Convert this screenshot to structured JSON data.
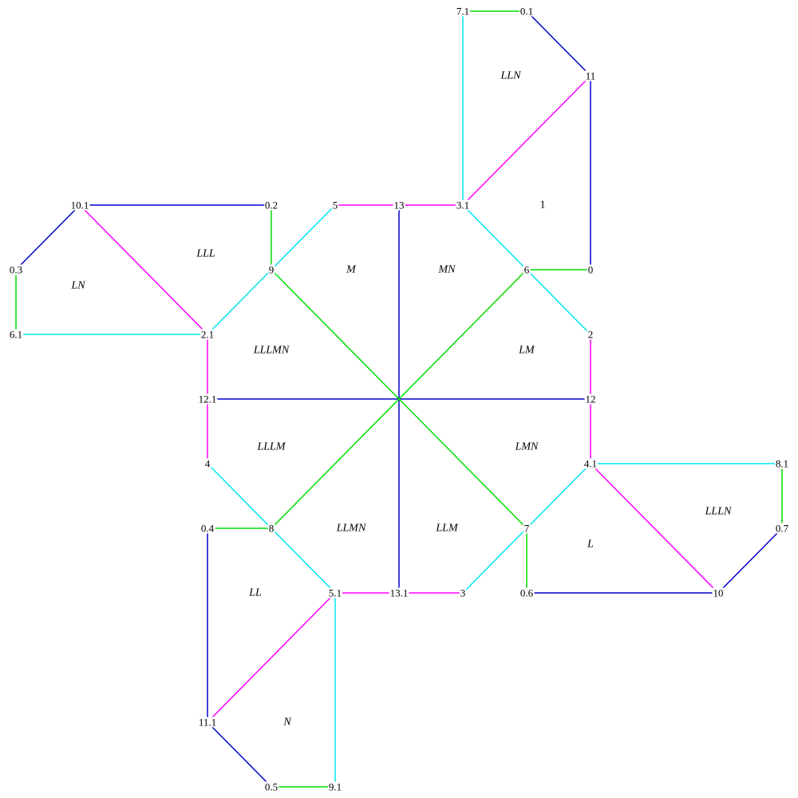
{
  "colors": {
    "magenta": "#ff00ff",
    "blue": "#0000cc",
    "green": "#00dd00",
    "cyan": "#00e5ee"
  },
  "vertices": [
    {
      "id": "v71",
      "label": "7.1"
    },
    {
      "id": "v01",
      "label": "0.1"
    },
    {
      "id": "v11",
      "label": "11"
    },
    {
      "id": "v1",
      "label": "1"
    },
    {
      "id": "v0",
      "label": "0"
    },
    {
      "id": "v6",
      "label": "6"
    },
    {
      "id": "v2",
      "label": "2"
    },
    {
      "id": "v12",
      "label": "12"
    },
    {
      "id": "v41",
      "label": "4.1"
    },
    {
      "id": "v81",
      "label": "8.1"
    },
    {
      "id": "v07",
      "label": "0.7"
    },
    {
      "id": "v10",
      "label": "10"
    },
    {
      "id": "v7",
      "label": "7"
    },
    {
      "id": "v06",
      "label": "0.6"
    },
    {
      "id": "v3",
      "label": "3"
    },
    {
      "id": "v131",
      "label": "13.1"
    },
    {
      "id": "v51",
      "label": "5.1"
    },
    {
      "id": "v91",
      "label": "9.1"
    },
    {
      "id": "v05",
      "label": "0.5"
    },
    {
      "id": "v111",
      "label": "11.1"
    },
    {
      "id": "v04",
      "label": "0.4"
    },
    {
      "id": "v8",
      "label": "8"
    },
    {
      "id": "v4",
      "label": "4"
    },
    {
      "id": "v121",
      "label": "12.1"
    },
    {
      "id": "v21",
      "label": "2.1"
    },
    {
      "id": "v61",
      "label": "6.1"
    },
    {
      "id": "v03",
      "label": "0.3"
    },
    {
      "id": "v101",
      "label": "10.1"
    },
    {
      "id": "v02",
      "label": "0.2"
    },
    {
      "id": "v9",
      "label": "9"
    },
    {
      "id": "v5",
      "label": "5"
    },
    {
      "id": "v13",
      "label": "13"
    },
    {
      "id": "v31",
      "label": "3.1"
    }
  ],
  "faces": [
    {
      "id": "f-lln",
      "label": "LLN"
    },
    {
      "id": "f-1",
      "label": "1",
      "upright": true
    },
    {
      "id": "f-lll",
      "label": "LLL"
    },
    {
      "id": "f-ln",
      "label": "LN"
    },
    {
      "id": "f-m",
      "label": "M"
    },
    {
      "id": "f-mn",
      "label": "MN"
    },
    {
      "id": "f-lllmn",
      "label": "LLLMN"
    },
    {
      "id": "f-lm",
      "label": "LM"
    },
    {
      "id": "f-lllm",
      "label": "LLLM"
    },
    {
      "id": "f-lmn",
      "label": "LMN"
    },
    {
      "id": "f-llln",
      "label": "LLLN"
    },
    {
      "id": "f-llmn",
      "label": "LLMN"
    },
    {
      "id": "f-llm",
      "label": "LLM"
    },
    {
      "id": "f-l",
      "label": "L"
    },
    {
      "id": "f-ll",
      "label": "LL"
    },
    {
      "id": "f-n",
      "label": "N"
    }
  ],
  "edges": [
    {
      "from": "v71",
      "to": "v01",
      "color": "green"
    },
    {
      "from": "v01",
      "to": "v11",
      "color": "blue"
    },
    {
      "from": "v11",
      "to": "v0",
      "color": "blue"
    },
    {
      "from": "v71",
      "to": "v31",
      "color": "cyan"
    },
    {
      "from": "v11",
      "to": "v31",
      "color": "magenta"
    },
    {
      "from": "v0",
      "to": "v6",
      "color": "green"
    },
    {
      "from": "v31",
      "to": "v6",
      "color": "cyan"
    },
    {
      "from": "v6",
      "to": "v2",
      "color": "cyan"
    },
    {
      "from": "v2",
      "to": "v12",
      "color": "magenta"
    },
    {
      "from": "v12",
      "to": "v41",
      "color": "magenta"
    },
    {
      "from": "v41",
      "to": "v81",
      "color": "cyan"
    },
    {
      "from": "v81",
      "to": "v07",
      "color": "green"
    },
    {
      "from": "v07",
      "to": "v10",
      "color": "blue"
    },
    {
      "from": "v41",
      "to": "v10",
      "color": "magenta"
    },
    {
      "from": "v06",
      "to": "v10",
      "color": "blue"
    },
    {
      "from": "v7",
      "to": "v06",
      "color": "green"
    },
    {
      "from": "v41",
      "to": "v7",
      "color": "cyan"
    },
    {
      "from": "v7",
      "to": "v3",
      "color": "cyan"
    },
    {
      "from": "v51",
      "to": "v3",
      "color": "magenta"
    },
    {
      "from": "v51",
      "to": "v91",
      "color": "cyan"
    },
    {
      "from": "v05",
      "to": "v91",
      "color": "green"
    },
    {
      "from": "v111",
      "to": "v05",
      "color": "blue"
    },
    {
      "from": "v111",
      "to": "v51",
      "color": "magenta"
    },
    {
      "from": "v04",
      "to": "v111",
      "color": "blue"
    },
    {
      "from": "v04",
      "to": "v8",
      "color": "green"
    },
    {
      "from": "v8",
      "to": "v51",
      "color": "cyan"
    },
    {
      "from": "v4",
      "to": "v8",
      "color": "cyan"
    },
    {
      "from": "v21",
      "to": "v4",
      "color": "magenta"
    },
    {
      "from": "v61",
      "to": "v21",
      "color": "cyan"
    },
    {
      "from": "v03",
      "to": "v61",
      "color": "green"
    },
    {
      "from": "v101",
      "to": "v03",
      "color": "blue"
    },
    {
      "from": "v101",
      "to": "v21",
      "color": "magenta"
    },
    {
      "from": "v101",
      "to": "v02",
      "color": "blue"
    },
    {
      "from": "v02",
      "to": "v9",
      "color": "green"
    },
    {
      "from": "v21",
      "to": "v9",
      "color": "cyan"
    },
    {
      "from": "v9",
      "to": "v5",
      "color": "cyan"
    },
    {
      "from": "v5",
      "to": "v31",
      "color": "magenta"
    },
    {
      "from": "v121",
      "to": "v12",
      "color": "blue"
    },
    {
      "from": "v13",
      "to": "v131",
      "color": "blue"
    },
    {
      "from": "v9",
      "to": "v7",
      "color": "green"
    },
    {
      "from": "v6",
      "to": "v8",
      "color": "green"
    }
  ]
}
